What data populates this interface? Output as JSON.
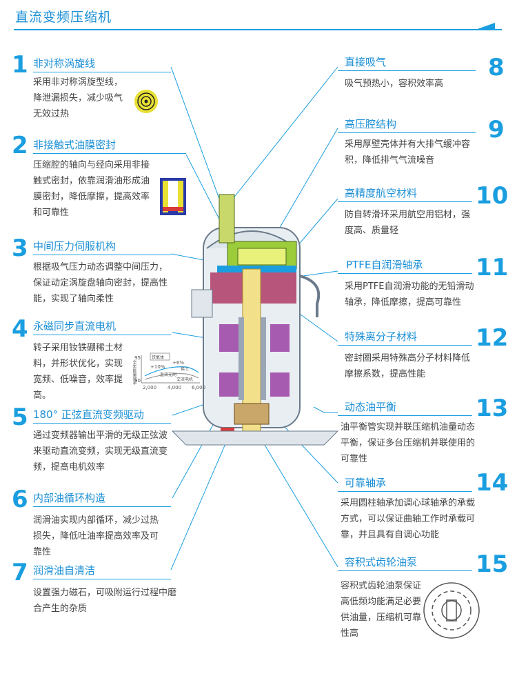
{
  "header": {
    "title": "直流变频压缩机"
  },
  "features": [
    {
      "num": "1",
      "title": "非对称涡旋线",
      "desc": "采用非对称涡旋型线，降泄漏损失，减少吸气无效过热"
    },
    {
      "num": "2",
      "title": "非接触式油膜密封",
      "desc": "压缩腔的轴向与经向采用非接触式密封，依靠润滑油形成油膜密封，降低摩擦，提高效率和可靠性"
    },
    {
      "num": "3",
      "title": "中间压力伺服机构",
      "desc": "根据吸气压力动态调整中间压力，保证动定涡旋盘轴向密封，提高性能，实现了轴向柔性"
    },
    {
      "num": "4",
      "title": "永磁同步直流电机",
      "desc": "转子采用钕铁硼稀土材料，并形状优化，实现宽频、低噪音，效率提高。"
    },
    {
      "num": "5",
      "title": "180° 正弦直流变频驱动",
      "desc": "通过变频器输出平滑的无级正弦波来驱动直流变频，实现无级直流变频，提高电机效率"
    },
    {
      "num": "6",
      "title": "内部油循环构造",
      "desc": "润滑油实现内部循环，减少过热损失，降低吐油率提高效率及可靠性"
    },
    {
      "num": "7",
      "title": "润滑油自清洁",
      "desc": "设置强力磁石，可吸附运行过程中磨合产生的杂质"
    },
    {
      "num": "8",
      "title": "直接吸气",
      "desc": "吸气预热小，容积效率高"
    },
    {
      "num": "9",
      "title": "高压腔结构",
      "desc": "采用厚壁壳体并有大排气缓冲容积，降低排气气流噪音"
    },
    {
      "num": "10",
      "title": "高精度航空材料",
      "desc": "防自转滑环采用航空用铝材，强度高、质量轻"
    },
    {
      "num": "11",
      "title": "PTFE自润滑轴承",
      "desc": "采用PTFE自润滑功能的无铅滑动轴承，降低摩擦，提高可靠性"
    },
    {
      "num": "12",
      "title": "特殊离分子材料",
      "desc": "密封圈采用特殊高分子材料降低摩擦系数，提高性能"
    },
    {
      "num": "13",
      "title": "动态油平衡",
      "desc": "油平衡管实现并联压缩机油量动态平衡，保证多台压缩机并联使用的可靠性"
    },
    {
      "num": "14",
      "title": "可靠轴承",
      "desc": "采用圆柱轴承加调心球轴承的承载方式，可以保证曲轴工作时承载可靠，并且具有自调心功能"
    },
    {
      "num": "15",
      "title": "容积式齿轮油泵",
      "desc": "容积式齿轮油泵保证高低频均能满足必要供油量，压缩机可靠性高"
    }
  ],
  "mini_chart": {
    "ylabel": "全年能量效率",
    "xticks": [
      "2,000",
      "4,000",
      "6,000"
    ],
    "yticks": [
      "95",
      "90"
    ],
    "annotations": [
      "+10%",
      "+6%",
      "稀土",
      "直流无刷",
      "交流电机"
    ],
    "legend": "铁氧体"
  },
  "colors": {
    "accent": "#1a9ee0",
    "text": "#444444"
  }
}
